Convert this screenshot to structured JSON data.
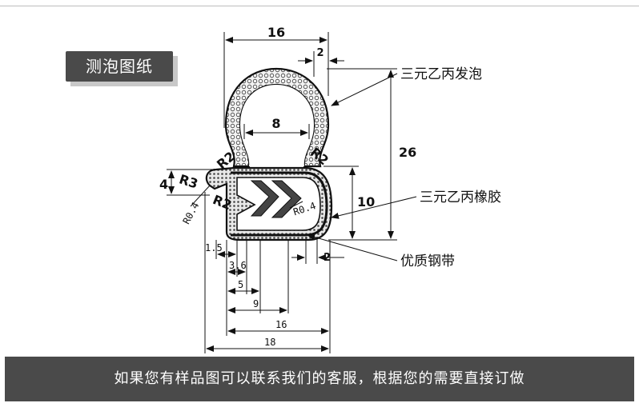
{
  "header": {
    "tag": "测泡图纸"
  },
  "materials": {
    "foam": "三元乙丙发泡",
    "rubber": "三元乙丙橡胶",
    "steel": "优质钢带"
  },
  "dimensions": {
    "top_width": "16",
    "wall": "2",
    "bulb_inner": "8",
    "height_total": "26",
    "height_clip": "10",
    "lip_height": "4",
    "radius_r2_left": "R2",
    "radius_r2_right": "R2",
    "radius_r2_lower": "R2",
    "radius_r3": "R3",
    "radius_r04_left": "R0.4",
    "radius_r04_right": "R0.4",
    "wall_bottom": "2",
    "b_1_5": "1.5",
    "b_3_6": "3.6",
    "b_5": "5",
    "b_9": "9",
    "b_16": "16",
    "b_18": "18"
  },
  "footer": {
    "text": "如果您有样品图可以联系我们的客服，根据您的需要直接订做"
  }
}
